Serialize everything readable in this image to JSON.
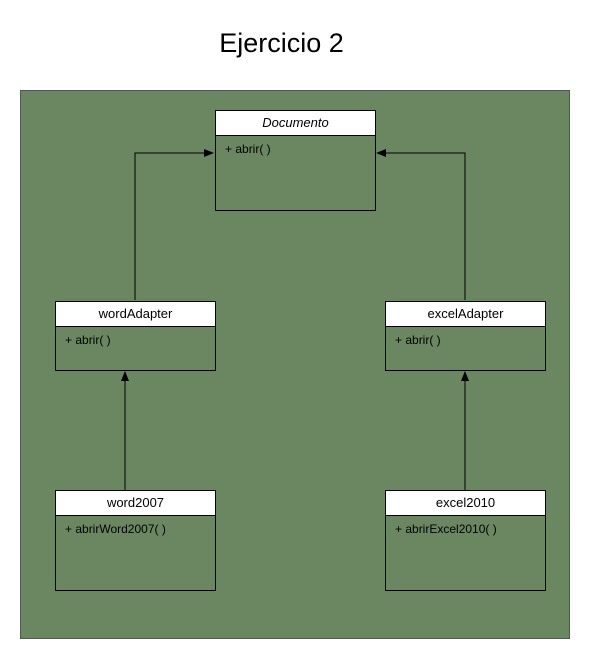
{
  "title": "Ejercicio 2",
  "colors": {
    "canvas": "#6a8761",
    "header": "#ffffff",
    "line": "#000000"
  },
  "classes": {
    "documento": {
      "name": "Documento",
      "method": "+ abrir( )",
      "abstract": true
    },
    "word_adapter": {
      "name": "wordAdapter",
      "method": "+ abrir( )"
    },
    "excel_adapter": {
      "name": "excelAdapter",
      "method": "+ abrir( )"
    },
    "word2007": {
      "name": "word2007",
      "method": "+ abrirWord2007( )"
    },
    "excel2010": {
      "name": "excel2010",
      "method": "+ abrirExcel2010( )"
    }
  },
  "relations": [
    {
      "from": "wordAdapter",
      "to": "Documento"
    },
    {
      "from": "excelAdapter",
      "to": "Documento"
    },
    {
      "from": "word2007",
      "to": "wordAdapter"
    },
    {
      "from": "excel2010",
      "to": "excelAdapter"
    }
  ]
}
